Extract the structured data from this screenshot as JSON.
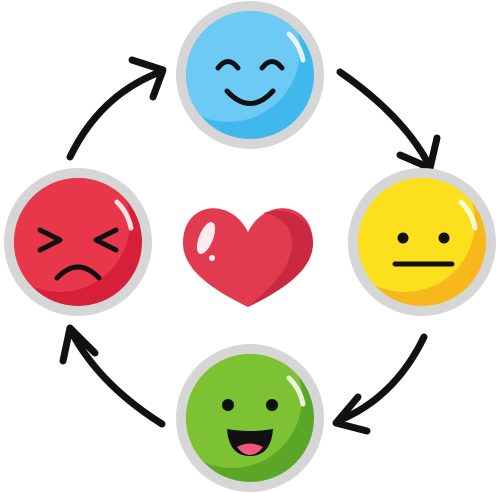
{
  "cycle": {
    "faces": [
      {
        "id": "happy",
        "mood": "happy",
        "color": "#3fb8ee"
      },
      {
        "id": "neutral",
        "mood": "neutral",
        "color": "#fccc1e"
      },
      {
        "id": "laughing",
        "mood": "laughing",
        "color": "#6ab530"
      },
      {
        "id": "angry",
        "mood": "angry",
        "color": "#e0293f"
      }
    ],
    "center_icon": "heart-icon",
    "center_color": "#e23a4e",
    "arrow_color": "#111111",
    "arrow_direction": "clockwise"
  }
}
